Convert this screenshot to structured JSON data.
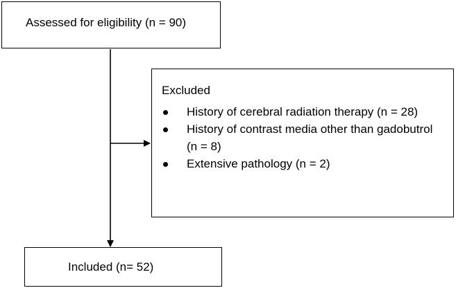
{
  "flow": {
    "assessed": "Assessed for eligibility (n = 90)",
    "excluded": {
      "heading": "Excluded",
      "items": [
        "History of cerebral radiation therapy (n = 28)",
        "History of contrast media other than gadobutrol (n = 8)",
        "Extensive pathology (n = 2)"
      ]
    },
    "included": "Included (n= 52)"
  }
}
